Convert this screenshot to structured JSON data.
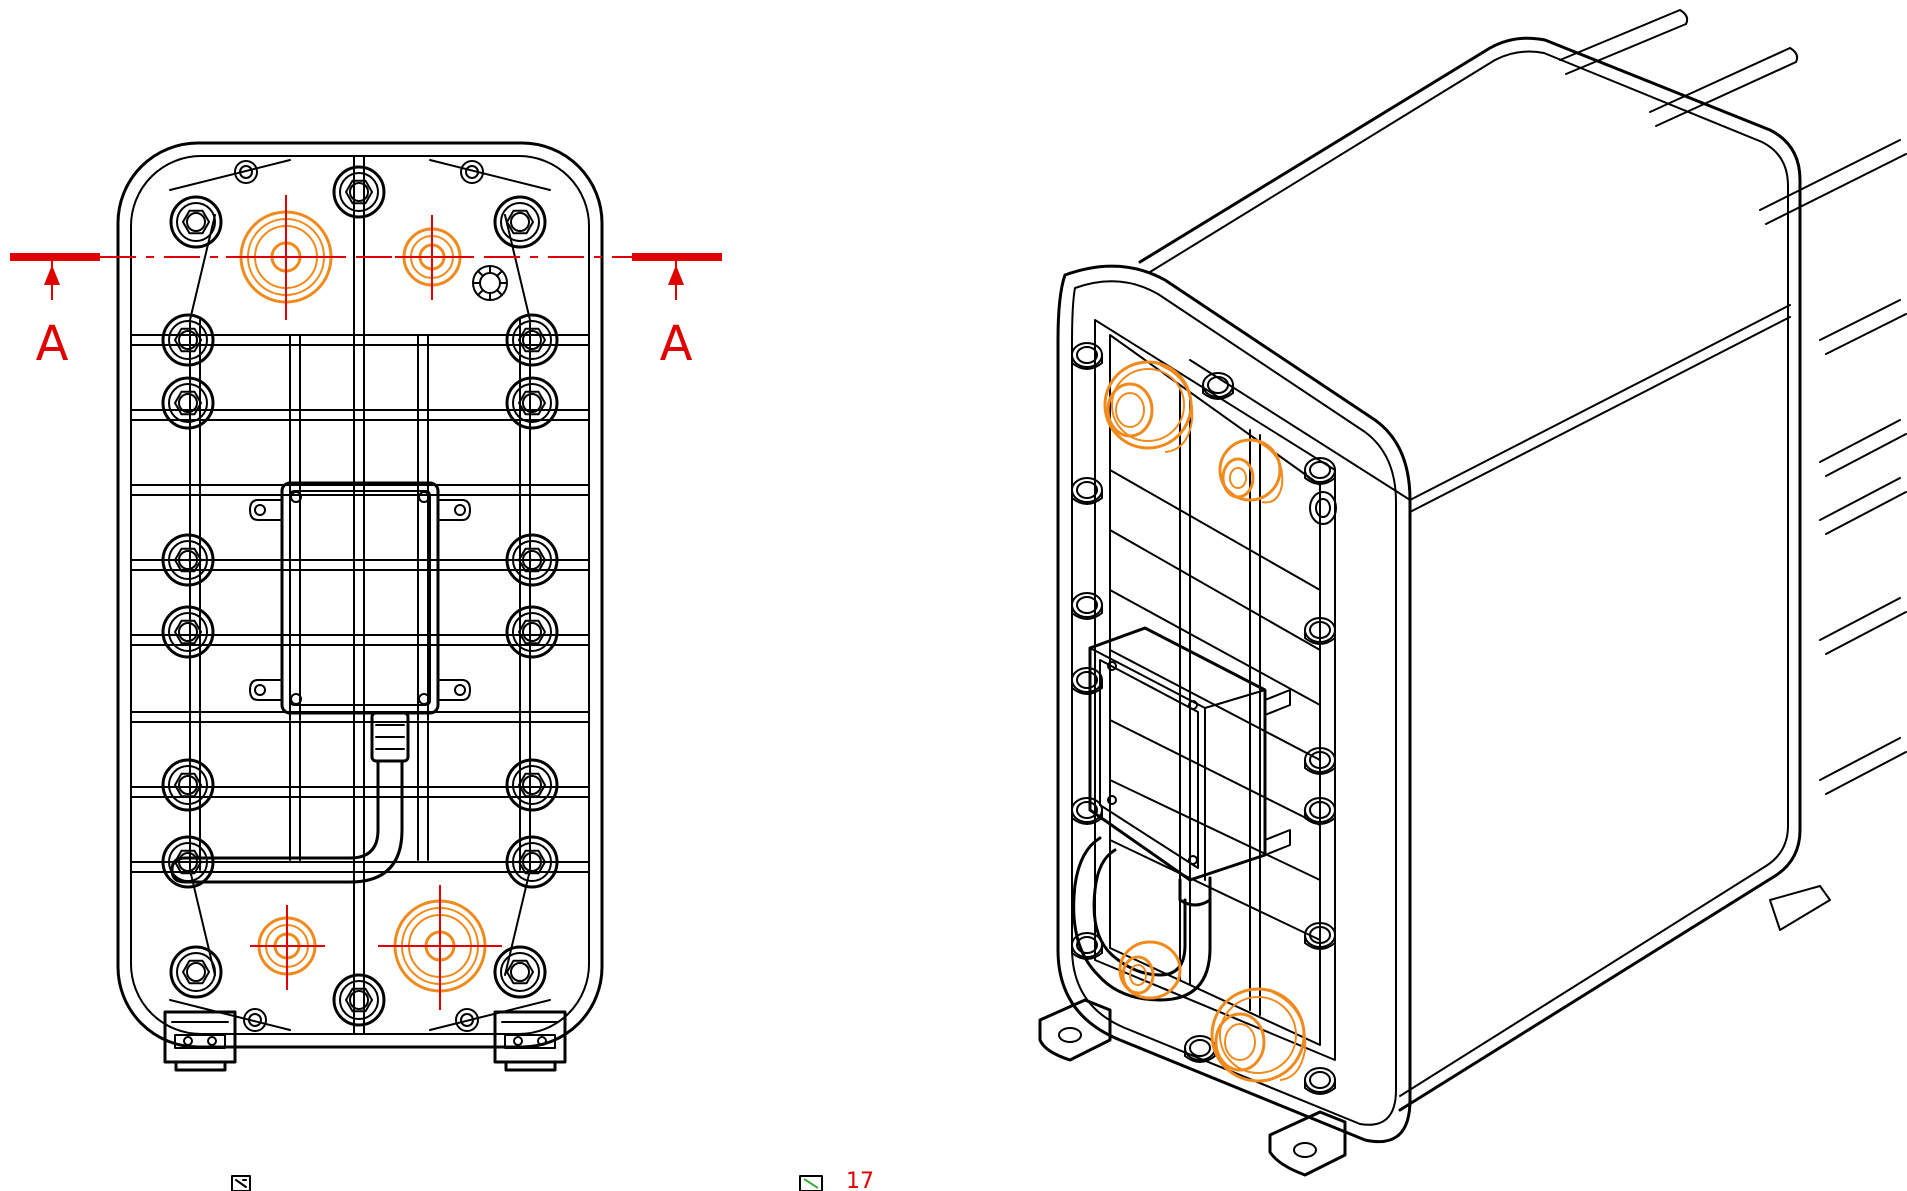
{
  "colors": {
    "line": "#000000",
    "port": "#f08a1c",
    "section_mark": "#e00000",
    "background": "#ffffff"
  },
  "section": {
    "left_label": "A",
    "right_label": "A"
  },
  "annotation": {
    "number": "17"
  },
  "icons": {
    "left_marker": "document-fold-icon",
    "right_marker": "document-fold-icon"
  }
}
